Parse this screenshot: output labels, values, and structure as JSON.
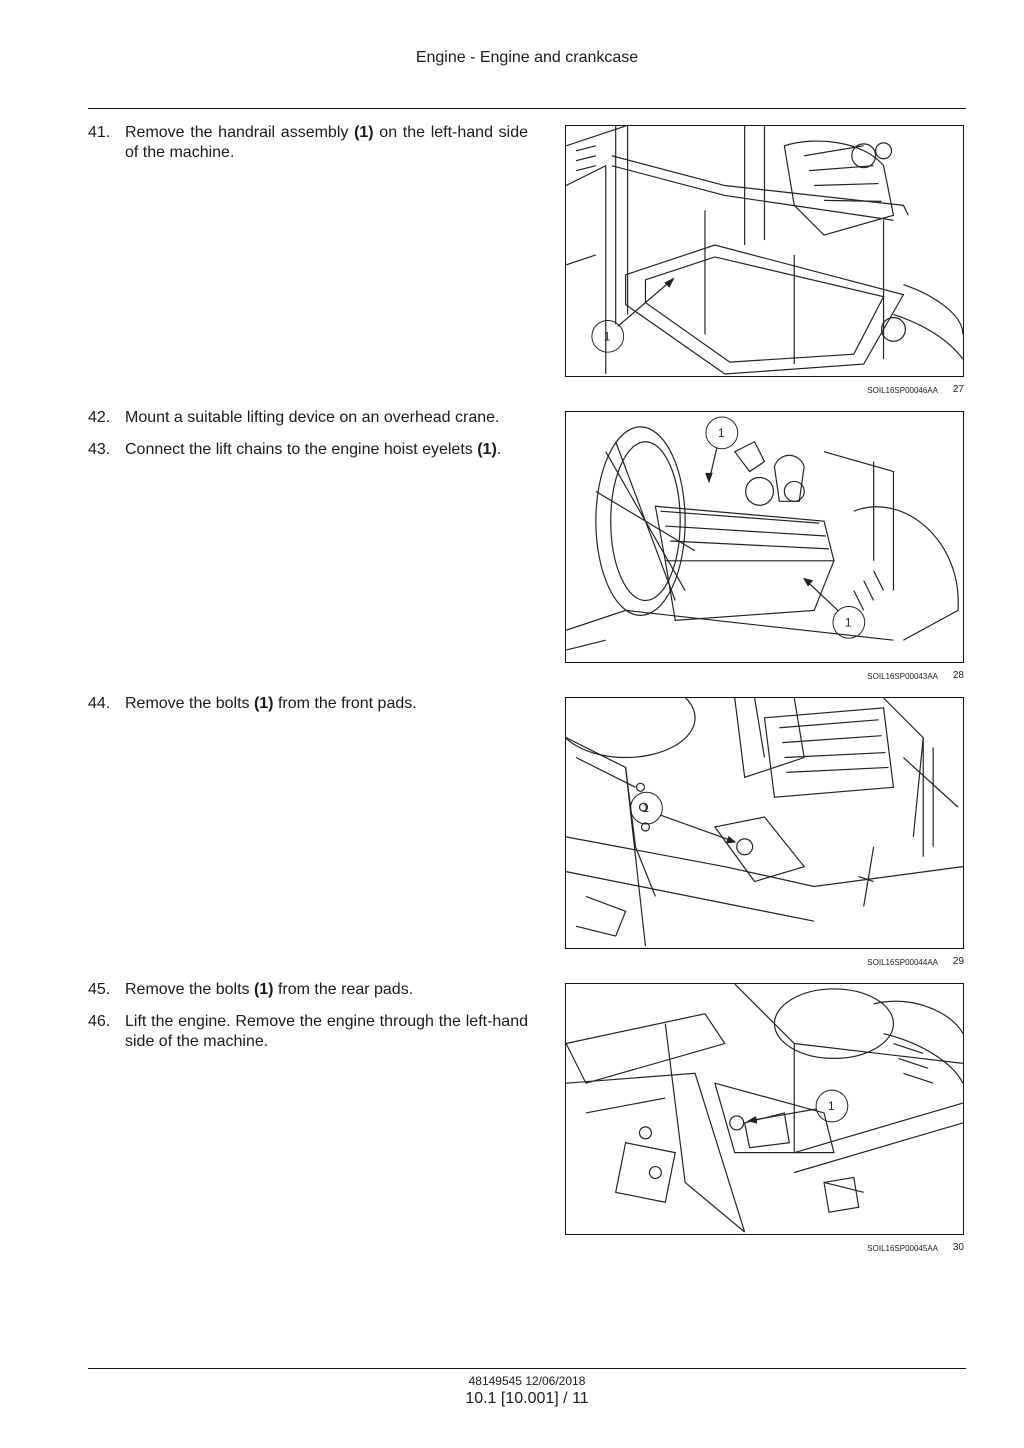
{
  "header": {
    "title": "Engine - Engine and crankcase"
  },
  "steps": [
    {
      "number": "41.",
      "before": "Remove the handrail assembly ",
      "bold": "(1)",
      "after": " on the left-hand side of the machine."
    },
    {
      "number": "42.",
      "before": "Mount a suitable lifting device on an overhead crane.",
      "bold": "",
      "after": ""
    },
    {
      "number": "43.",
      "before": "Connect the lift chains to the engine hoist eyelets ",
      "bold": "(1)",
      "after": "."
    },
    {
      "number": "44.",
      "before": "Remove the bolts ",
      "bold": "(1)",
      "after": " from the front pads."
    },
    {
      "number": "45.",
      "before": "Remove the bolts ",
      "bold": "(1)",
      "after": " from the rear pads."
    },
    {
      "number": "46.",
      "before": "Lift the engine. Remove the engine through the left-hand side of the machine.",
      "bold": "",
      "after": ""
    }
  ],
  "figures": [
    {
      "code": "SOIL16SP00046AA",
      "number": "27",
      "callout": "1"
    },
    {
      "code": "SOIL16SP00043AA",
      "number": "28",
      "callout": "1"
    },
    {
      "code": "SOIL16SP00044AA",
      "number": "29",
      "callout": "1"
    },
    {
      "code": "SOIL16SP00045AA",
      "number": "30",
      "callout": "1"
    }
  ],
  "footer": {
    "doc_ref": "48149545 12/06/2018",
    "page": "10.1 [10.001] / 11"
  }
}
